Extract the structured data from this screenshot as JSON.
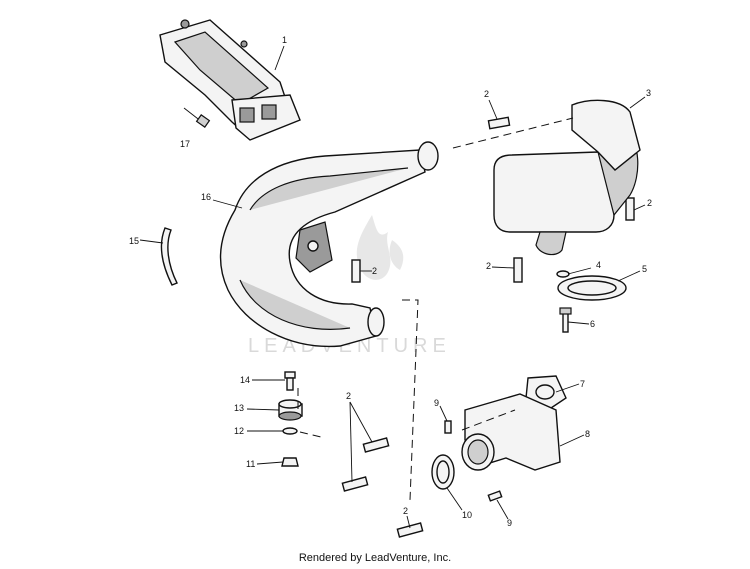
{
  "watermark": {
    "text": "LEADVENTURE"
  },
  "footer": {
    "text": "Rendered by LeadVenture, Inc."
  },
  "callouts": [
    "1",
    "2",
    "3",
    "2",
    "16",
    "2",
    "2",
    "4",
    "5",
    "15",
    "6",
    "14",
    "2",
    "7",
    "13",
    "9",
    "12",
    "8",
    "11",
    "10",
    "9",
    "2",
    "17"
  ]
}
